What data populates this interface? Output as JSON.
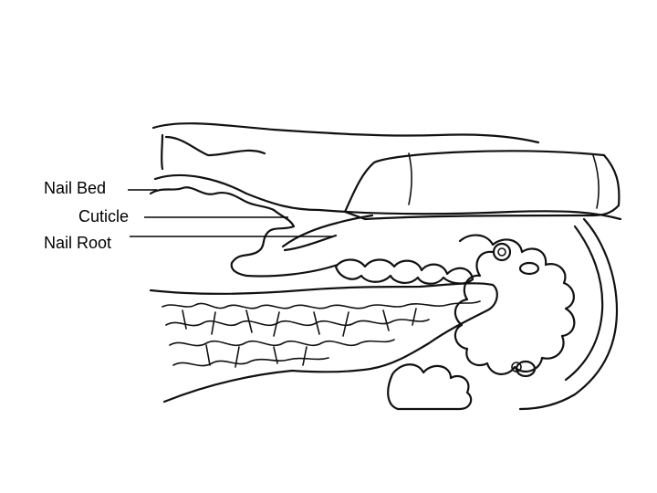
{
  "labels": {
    "nail_bed": "Nail Bed",
    "cuticle": "Cuticle",
    "nail_root": "Nail Root"
  },
  "colors": {
    "ink": "#111111",
    "background": "#ffffff"
  }
}
